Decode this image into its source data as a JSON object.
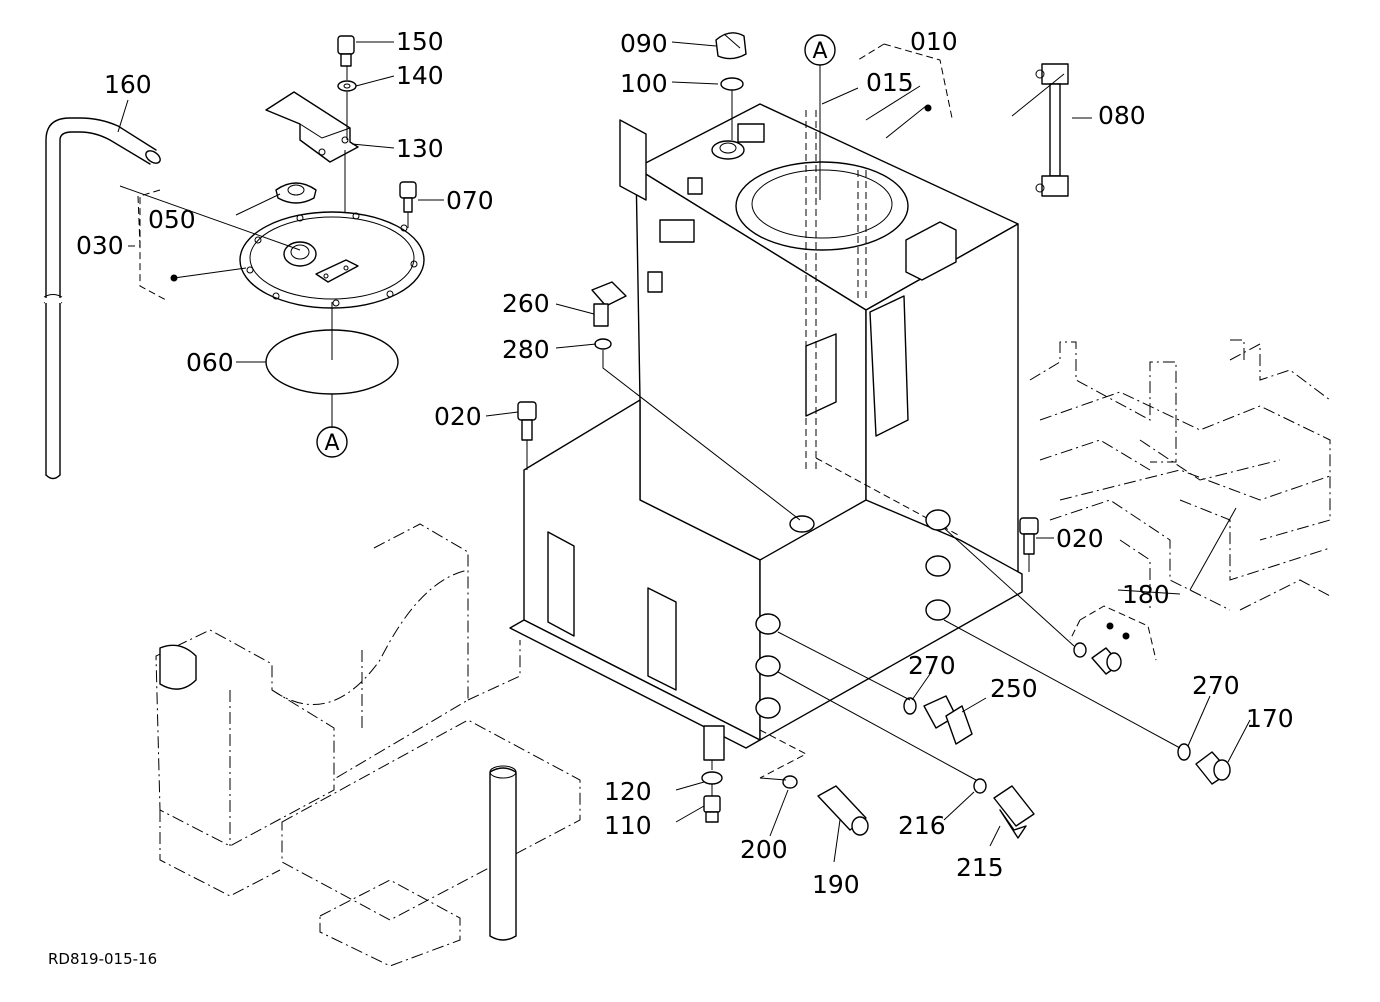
{
  "diagram": {
    "drawing_code": "RD819-015-16",
    "reference_mark": "A",
    "parts": [
      {
        "id": "p150",
        "label": "150"
      },
      {
        "id": "p140",
        "label": "140"
      },
      {
        "id": "p130",
        "label": "130"
      },
      {
        "id": "p160",
        "label": "160"
      },
      {
        "id": "p050",
        "label": "050"
      },
      {
        "id": "p070",
        "label": "070"
      },
      {
        "id": "p030",
        "label": "030"
      },
      {
        "id": "p060",
        "label": "060"
      },
      {
        "id": "p090",
        "label": "090"
      },
      {
        "id": "p100",
        "label": "100"
      },
      {
        "id": "p010",
        "label": "010"
      },
      {
        "id": "p015",
        "label": "015"
      },
      {
        "id": "p080",
        "label": "080"
      },
      {
        "id": "p260",
        "label": "260"
      },
      {
        "id": "p280",
        "label": "280"
      },
      {
        "id": "p020a",
        "label": "020"
      },
      {
        "id": "p020b",
        "label": "020"
      },
      {
        "id": "p180",
        "label": "180"
      },
      {
        "id": "p270a",
        "label": "270"
      },
      {
        "id": "p250",
        "label": "250"
      },
      {
        "id": "p270b",
        "label": "270"
      },
      {
        "id": "p170",
        "label": "170"
      },
      {
        "id": "p120",
        "label": "120"
      },
      {
        "id": "p110",
        "label": "110"
      },
      {
        "id": "p200",
        "label": "200"
      },
      {
        "id": "p190",
        "label": "190"
      },
      {
        "id": "p216",
        "label": "216"
      },
      {
        "id": "p215",
        "label": "215"
      }
    ]
  }
}
